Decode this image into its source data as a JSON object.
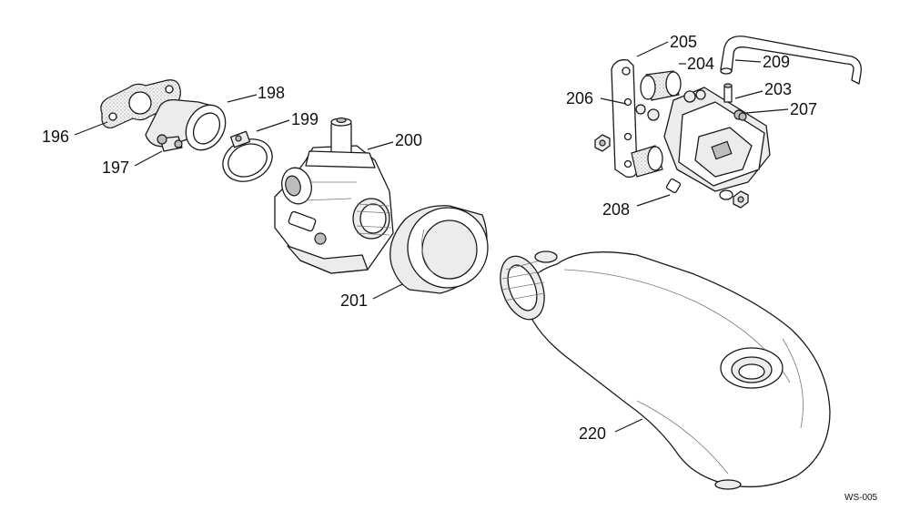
{
  "callouts": [
    {
      "id": "196",
      "label": "196"
    },
    {
      "id": "197",
      "label": "197"
    },
    {
      "id": "198",
      "label": "198"
    },
    {
      "id": "199",
      "label": "199"
    },
    {
      "id": "200",
      "label": "200"
    },
    {
      "id": "201",
      "label": "201"
    },
    {
      "id": "203",
      "label": "203"
    },
    {
      "id": "204",
      "label": "204"
    },
    {
      "id": "205",
      "label": "205"
    },
    {
      "id": "206",
      "label": "206"
    },
    {
      "id": "207",
      "label": "207"
    },
    {
      "id": "208",
      "label": "208"
    },
    {
      "id": "209",
      "label": "209"
    },
    {
      "id": "220",
      "label": "220"
    }
  ],
  "drawing_code": "WS-005"
}
